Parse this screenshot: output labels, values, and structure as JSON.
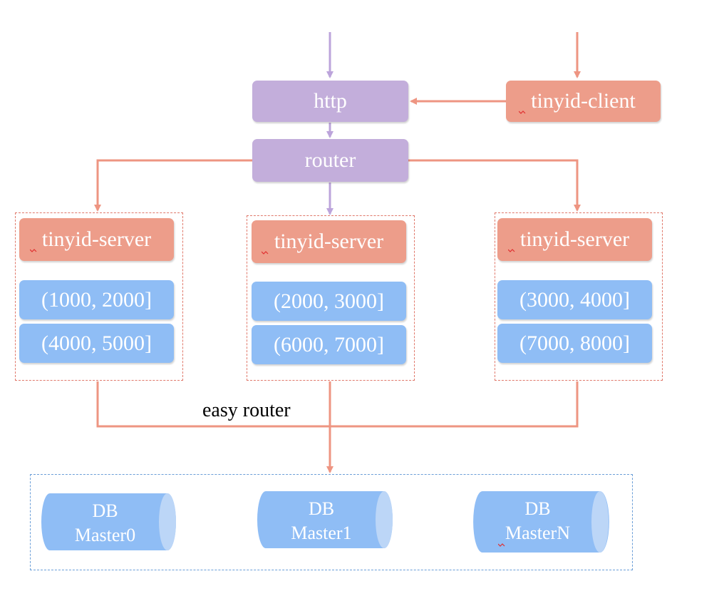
{
  "nodes": {
    "http": "http",
    "client": "tinyid-client",
    "router": "router"
  },
  "servers": [
    {
      "title": "tinyid-server",
      "ranges": [
        "(1000, 2000]",
        "(4000, 5000]"
      ]
    },
    {
      "title": "tinyid-server",
      "ranges": [
        "(2000, 3000]",
        "(6000, 7000]"
      ]
    },
    {
      "title": "tinyid-server",
      "ranges": [
        "(3000, 4000]",
        "(7000, 8000]"
      ]
    }
  ],
  "easy_router_label": "easy router",
  "databases": [
    {
      "line1": "DB",
      "line2": "Master0"
    },
    {
      "line1": "DB",
      "line2": "Master1"
    },
    {
      "line1": "DB",
      "line2": "MasterN"
    }
  ],
  "colors": {
    "purple": "#c3aedb",
    "salmon": "#ed9d8a",
    "blue": "#8fbdf5",
    "arrow_salmon": "#ee9582",
    "arrow_purple": "#bca4db"
  }
}
